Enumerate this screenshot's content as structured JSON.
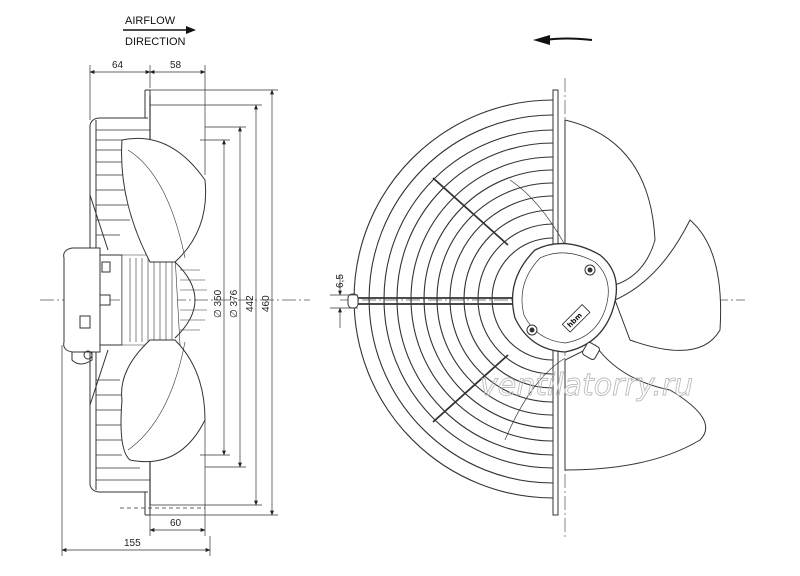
{
  "labels": {
    "airflow_line1": "AIRFLOW",
    "airflow_line2": "DIRECTION",
    "watermark": "ventilatorry.ru",
    "brand": "hbm"
  },
  "dimensions": {
    "d64": "64",
    "d58": "58",
    "d60": "60",
    "d155": "155",
    "d350": "∅ 350",
    "d376": "∅ 376",
    "d442": "442",
    "d460": "460",
    "d6_5": "6,5"
  }
}
